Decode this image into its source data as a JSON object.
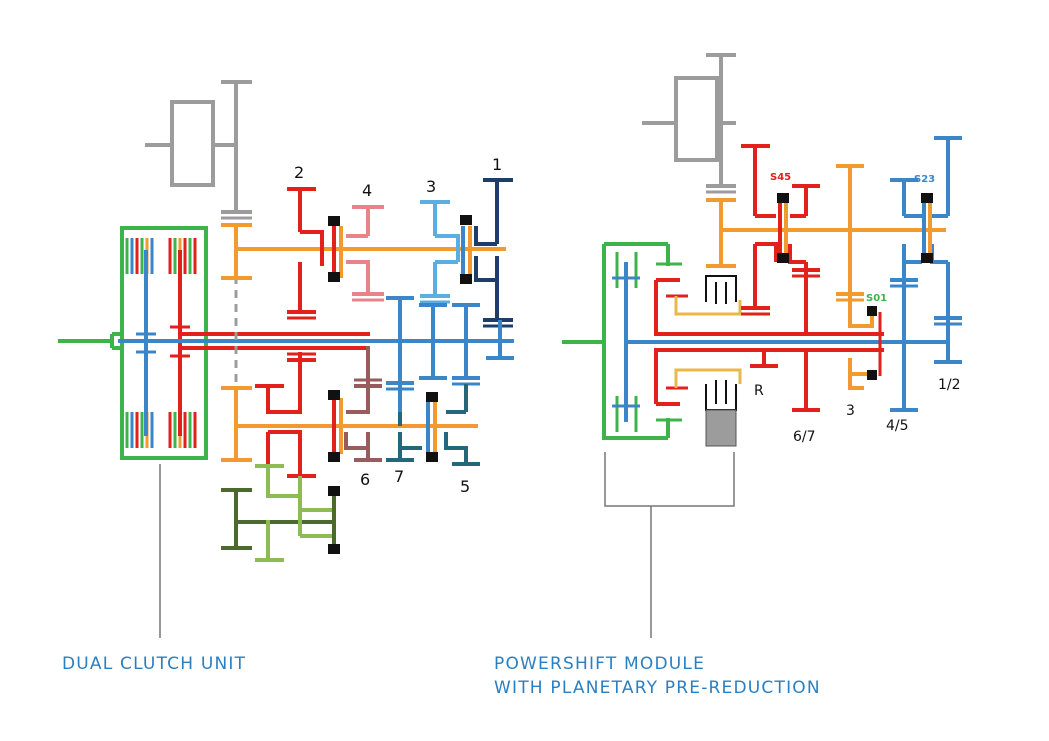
{
  "colors": {
    "gray": "#9c9c9c",
    "green": "#3cb44a",
    "red": "#e2211c",
    "blue": "#3b86c8",
    "orange": "#f29a30",
    "pink": "#e8838a",
    "navy": "#1d3e6b",
    "lightblue": "#5aaee0",
    "teal": "#24667a",
    "brown": "#9a5b5e",
    "dkgreen": "#4c6a2c",
    "ltgreen": "#8cbc52",
    "yellow": "#e8b84a",
    "black": "#111111",
    "caption": "#2a7fc1"
  },
  "left_diagram": {
    "gear_labels": {
      "g2": "2",
      "g4": "4",
      "g3": "3",
      "g1": "1",
      "g6": "6",
      "g7": "7",
      "g5": "5"
    }
  },
  "right_diagram": {
    "synchro_labels": {
      "s45": "S45",
      "s23": "S23",
      "s01": "S01"
    },
    "gear_labels": {
      "r": "R",
      "g67": "6/7",
      "g3": "3",
      "g45": "4/5",
      "g12": "1/2"
    }
  },
  "captions": {
    "dual_clutch": "DUAL CLUTCH UNIT",
    "powershift_line1": "POWERSHIFT MODULE",
    "powershift_line2": "WITH PLANETARY PRE-REDUCTION"
  }
}
